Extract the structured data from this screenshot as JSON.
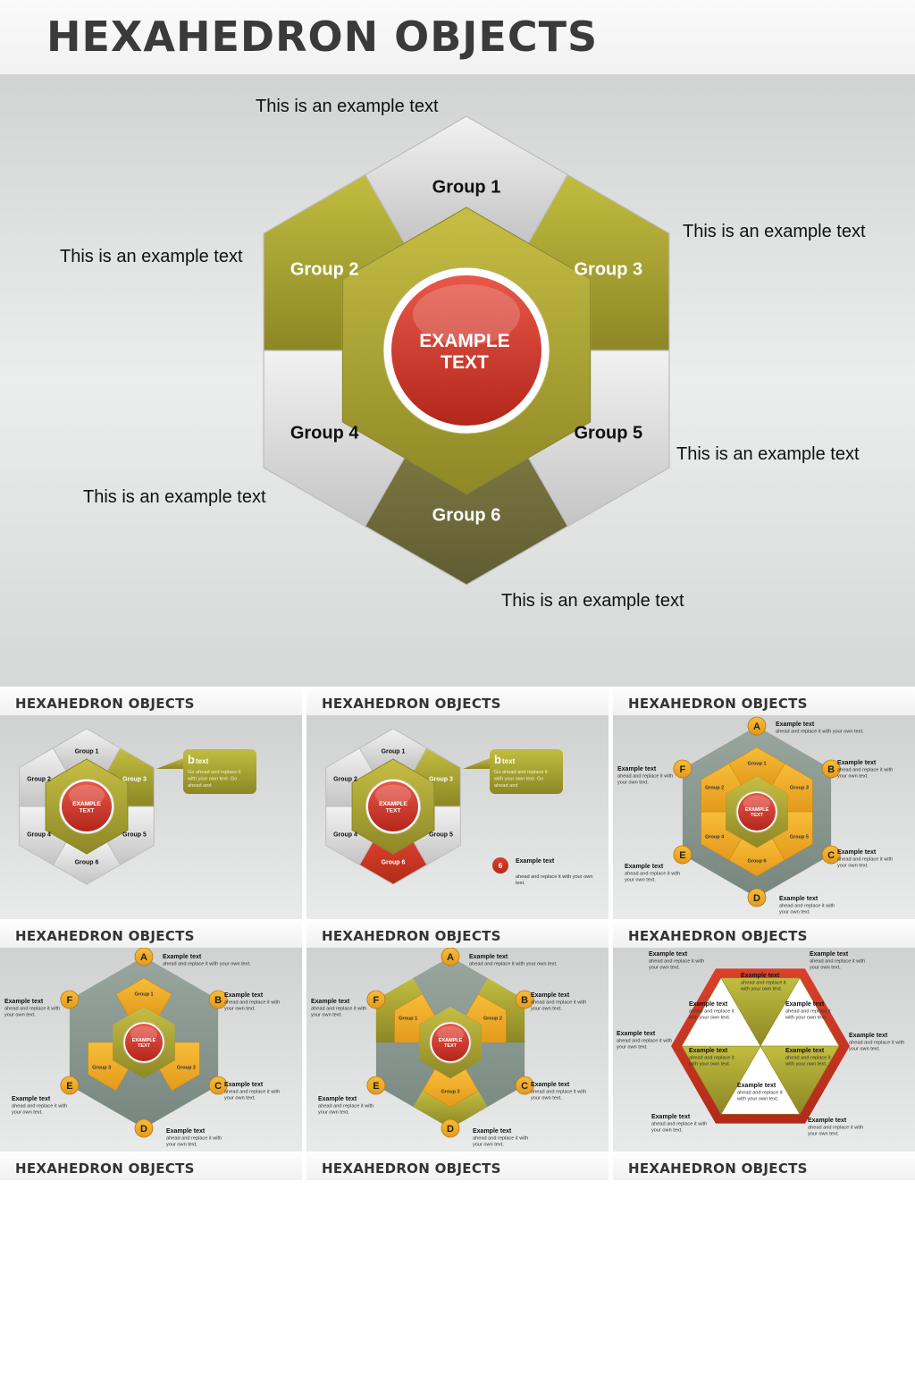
{
  "title": "HEXAHEDRON OBJECTS",
  "colors": {
    "olive": "#b0ad35",
    "olive_dark": "#6f6b3a",
    "gray": "#d8d8d8",
    "red": "#c8321f",
    "orange": "#f0ae28",
    "slate": "#8b9a92"
  },
  "main": {
    "center_label": [
      "EXAMPLE",
      "TEXT"
    ],
    "groups": [
      "Group 1",
      "Group 2",
      "Group 3",
      "Group 4",
      "Group 5",
      "Group 6"
    ],
    "callouts": [
      "This is an example text",
      "This is an example text",
      "This is an example text",
      "This is an example text",
      "This is an example text",
      "This is an example text"
    ]
  },
  "thumbs": [
    {
      "title": "HEXAHEDRON OBJECTS",
      "center_label": [
        "EXAMPLE",
        "TEXT"
      ],
      "groups": [
        "Group 1",
        "Group 2",
        "Group 3",
        "Group 4",
        "Group 5",
        "Group 6"
      ],
      "bubble": {
        "letter": "b",
        "heading": "text",
        "lines": [
          "Go ahead and replace it",
          "with your own text. Go",
          "ahead and"
        ]
      }
    },
    {
      "title": "HEXAHEDRON OBJECTS",
      "center_label": [
        "EXAMPLE",
        "TEXT"
      ],
      "groups": [
        "Group 1",
        "Group 2",
        "Group 3",
        "Group 4",
        "Group 5",
        "Group 6"
      ],
      "bubble": {
        "letter": "b",
        "heading": "text",
        "lines": [
          "Go ahead and replace it",
          "with your own text. Go",
          "ahead and"
        ]
      },
      "marker": {
        "number": "6",
        "heading": "Example text",
        "lines": [
          "ahead and replace it with your own",
          "text."
        ]
      }
    },
    {
      "title": "HEXAHEDRON OBJECTS",
      "center_label": [
        "EXAMPLE",
        "TEXT"
      ],
      "groups": [
        "Group 1",
        "Group 2",
        "Group 3",
        "Group 4",
        "Group 5",
        "Group 6"
      ],
      "letters": [
        "A",
        "B",
        "C",
        "D",
        "E",
        "F"
      ],
      "labels": [
        {
          "title": "Example text",
          "lines": [
            "ahead and replace it with your own text."
          ]
        },
        {
          "title": "Example text",
          "lines": [
            "ahead and replace it with",
            "your own text."
          ]
        },
        {
          "title": "Example text",
          "lines": [
            "ahead and replace it with",
            "your own text."
          ]
        },
        {
          "title": "Example text",
          "lines": [
            "ahead and replace it with",
            "your own text."
          ]
        },
        {
          "title": "Example text",
          "lines": [
            "ahead and replace it with",
            "your own text."
          ]
        },
        {
          "title": "Example text",
          "lines": [
            "ahead and replace it with",
            "your own text."
          ]
        }
      ]
    },
    {
      "title": "HEXAHEDRON OBJECTS",
      "center_label": [
        "EXAMPLE",
        "TEXT"
      ],
      "groups": [
        "Group 1",
        "Group 2",
        "Group 3"
      ],
      "letters": [
        "A",
        "B",
        "C",
        "D",
        "E",
        "F"
      ],
      "labels": [
        {
          "title": "Example text",
          "lines": [
            "ahead and replace it with your own text."
          ]
        },
        {
          "title": "Example text",
          "lines": [
            "ahead and replace it with",
            "your own text."
          ]
        },
        {
          "title": "Example text",
          "lines": [
            "ahead and replace it with",
            "your own text."
          ]
        },
        {
          "title": "Example text",
          "lines": [
            "ahead and replace it with",
            "your own text."
          ]
        },
        {
          "title": "Example text",
          "lines": [
            "ahead and replace it with",
            "your own text."
          ]
        },
        {
          "title": "Example text",
          "lines": [
            "ahead and replace it with",
            "your own text."
          ]
        }
      ]
    },
    {
      "title": "HEXAHEDRON OBJECTS",
      "center_label": [
        "EXAMPLE",
        "TEXT"
      ],
      "groups": [
        "Group 1",
        "Group 2",
        "Group 3"
      ],
      "letters": [
        "A",
        "B",
        "C",
        "D",
        "E",
        "F"
      ],
      "labels": [
        {
          "title": "Example text",
          "lines": [
            "ahead and replace it with your own text."
          ]
        },
        {
          "title": "Example text",
          "lines": [
            "ahead and replace it with",
            "your own text."
          ]
        },
        {
          "title": "Example text",
          "lines": [
            "ahead and replace it with",
            "your own text."
          ]
        },
        {
          "title": "Example text",
          "lines": [
            "ahead and replace it with",
            "your own text."
          ]
        },
        {
          "title": "Example text",
          "lines": [
            "ahead and replace it with",
            "your own text."
          ]
        },
        {
          "title": "Example text",
          "lines": [
            "ahead and replace it with",
            "your own text."
          ]
        }
      ]
    },
    {
      "title": "HEXAHEDRON OBJECTS",
      "outer_labels": [
        {
          "title": "Example text",
          "lines": [
            "ahead and replace it with",
            "your own text."
          ]
        },
        {
          "title": "Example text",
          "lines": [
            "ahead and replace it with",
            "your own text."
          ]
        },
        {
          "title": "Example text",
          "lines": [
            "ahead and replace it with",
            "your own text."
          ]
        },
        {
          "title": "Example text",
          "lines": [
            "ahead and replace it with",
            "your own text."
          ]
        },
        {
          "title": "Example text",
          "lines": [
            "ahead and replace it with",
            "your own text."
          ]
        },
        {
          "title": "Example text",
          "lines": [
            "ahead and replace it with",
            "your own text."
          ]
        }
      ],
      "inner_labels": [
        {
          "title": "Example text",
          "lines": [
            "ahead and replace it",
            "with your own text."
          ]
        },
        {
          "title": "Example text",
          "lines": [
            "ahead and replace it",
            "with your own text."
          ]
        },
        {
          "title": "Example text",
          "lines": [
            "ahead and replace it",
            "with your own text."
          ]
        },
        {
          "title": "Example text",
          "lines": [
            "ahead and replace it",
            "with your own text."
          ]
        },
        {
          "title": "Example text",
          "lines": [
            "ahead and replace it",
            "with your own text."
          ]
        },
        {
          "title": "Example text",
          "lines": [
            "ahead and replace it",
            "with your own text."
          ]
        }
      ]
    },
    {
      "title": "HEXAHEDRON OBJECTS"
    },
    {
      "title": "HEXAHEDRON OBJECTS"
    },
    {
      "title": "HEXAHEDRON OBJECTS"
    }
  ]
}
